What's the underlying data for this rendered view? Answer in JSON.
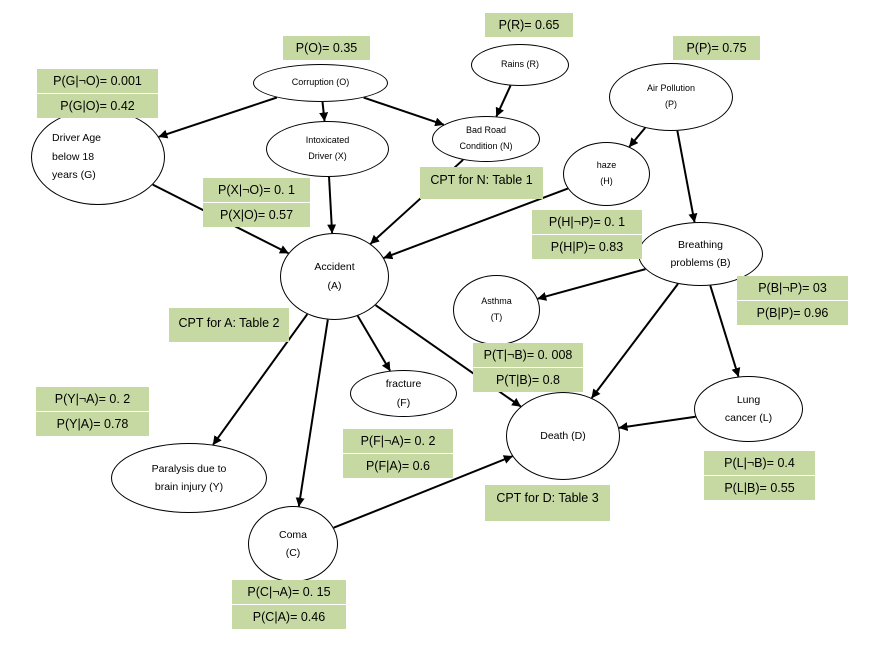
{
  "nodes": {
    "corruption": "Corruption (O)",
    "rains": "Rains (R)",
    "air_pollution": "Air Pollution\n(P)",
    "driver_age": "Driver Age\nbelow 18\nyears (G)",
    "intoxicated": "Intoxicated\nDriver (X)",
    "bad_road": "Bad Road\nCondition (N)",
    "haze": "haze\n(H)",
    "accident": "Accident\n(A)",
    "breathing": "Breathing\nproblems (B)",
    "asthma": "Asthma\n(T)",
    "fracture": "fracture\n(F)",
    "lung_cancer": "Lung\ncancer (L)",
    "death": "Death (D)",
    "paralysis": "Paralysis due to\nbrain injury (Y)",
    "coma": "Coma\n(C)"
  },
  "probabilities": {
    "r": [
      "P(R)= 0.65"
    ],
    "o": [
      "P(O)= 0.35"
    ],
    "p": [
      "P(P)= 0.75"
    ],
    "g": [
      "P(G|¬O)= 0.001",
      "P(G|O)= 0.42"
    ],
    "n": [
      "CPT for N: Table 1"
    ],
    "x": [
      "P(X|¬O)= 0. 1",
      "P(X|O)= 0.57"
    ],
    "h": [
      "P(H|¬P)= 0. 1",
      "P(H|P)= 0.83"
    ],
    "b": [
      "P(B|¬P)= 03",
      "P(B|P)= 0.96"
    ],
    "a": [
      "CPT for A: Table 2"
    ],
    "t": [
      "P(T|¬B)= 0. 008",
      "P(T|B)= 0.8"
    ],
    "y": [
      "P(Y|¬A)= 0. 2",
      "P(Y|A)= 0.78"
    ],
    "f": [
      "P(F|¬A)= 0. 2",
      "P(F|A)= 0.6"
    ],
    "l": [
      "P(L|¬B)= 0.4",
      "P(L|B)= 0.55"
    ],
    "d": [
      "CPT for D: Table 3"
    ],
    "c": [
      "P(C|¬A)= 0. 15",
      "P(C|A)= 0.46"
    ]
  },
  "edges": [
    [
      "corruption",
      "driver_age"
    ],
    [
      "corruption",
      "intoxicated"
    ],
    [
      "corruption",
      "bad_road"
    ],
    [
      "rains",
      "bad_road"
    ],
    [
      "air_pollution",
      "haze"
    ],
    [
      "air_pollution",
      "breathing"
    ],
    [
      "driver_age",
      "accident"
    ],
    [
      "intoxicated",
      "accident"
    ],
    [
      "bad_road",
      "accident"
    ],
    [
      "haze",
      "accident"
    ],
    [
      "breathing",
      "asthma"
    ],
    [
      "breathing",
      "death"
    ],
    [
      "breathing",
      "lung_cancer"
    ],
    [
      "accident",
      "fracture"
    ],
    [
      "accident",
      "death"
    ],
    [
      "accident",
      "paralysis"
    ],
    [
      "accident",
      "coma"
    ],
    [
      "lung_cancer",
      "death"
    ],
    [
      "coma",
      "death"
    ]
  ]
}
